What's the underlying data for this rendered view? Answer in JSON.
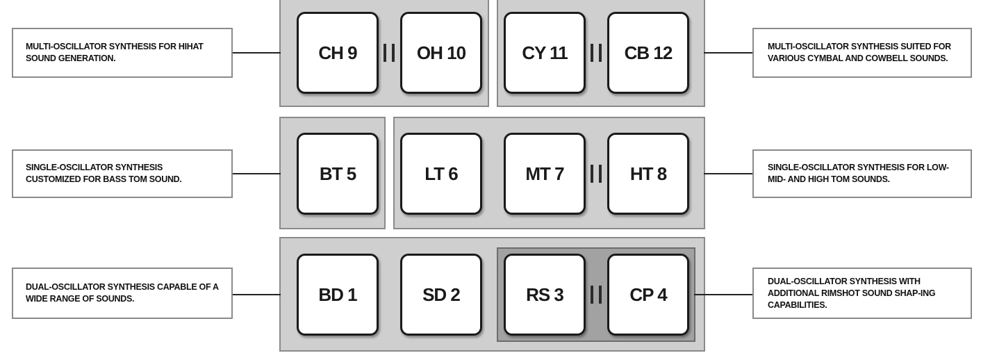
{
  "rows": [
    {
      "left_text": "MULTI-OSCILLATOR SYNTHESIS FOR HIHAT SOUND GENERATION.",
      "right_text": "MULTI-OSCILLATOR SYNTHESIS SUITED FOR VARIOUS CYMBAL AND COWBELL SOUNDS.",
      "pads": [
        "CH 9",
        "OH 10",
        "CY 11",
        "CB 12"
      ]
    },
    {
      "left_text": "SINGLE-OSCILLATOR SYNTHESIS CUSTOMIZED FOR BASS TOM SOUND.",
      "right_text": "SINGLE-OSCILLATOR SYNTHESIS FOR LOW- MID- AND HIGH TOM SOUNDS.",
      "pads": [
        "BT 5",
        "LT 6",
        "MT 7",
        "HT 8"
      ]
    },
    {
      "left_text": "DUAL-OSCILLATOR SYNTHESIS CAPABLE OF A WIDE RANGE OF SOUNDS.",
      "right_text": "DUAL-OSCILLATOR SYNTHESIS WITH ADDITIONAL RIMSHOT SOUND SHAP-ING CAPABILITIES.",
      "pads": [
        "BD 1",
        "SD 2",
        "RS 3",
        "CP 4"
      ]
    }
  ]
}
